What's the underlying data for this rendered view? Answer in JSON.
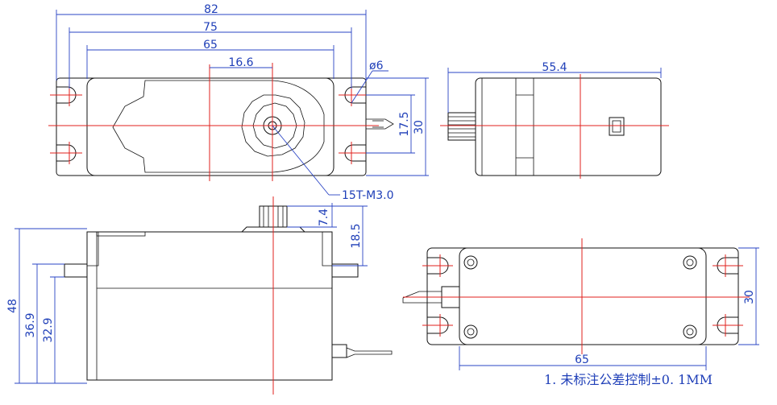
{
  "top_view": {
    "dims": {
      "overall_width": "82",
      "hole_spacing": "75",
      "body_width": "65",
      "shaft_offset": "16.6",
      "hole_diameter": "ø6",
      "hole_pitch": "17.5",
      "width": "30"
    },
    "callout": "15T-M3.0"
  },
  "right_side_view": {
    "dims": {
      "length": "55.4"
    }
  },
  "front_view": {
    "dims": {
      "spline_height": "7.4",
      "top_height": "18.5",
      "total_height": "48",
      "flange_height": "36.9",
      "body_lower_height": "32.9"
    }
  },
  "bottom_view": {
    "dims": {
      "body_width": "65",
      "width": "30"
    }
  },
  "note": "1. 未标注公差控制±0. 1MM",
  "colors": {
    "outline": "#111111",
    "centerline": "#e0201c",
    "dimension": "#2a44c4",
    "text": "#1f3fb8",
    "background": "#ffffff"
  }
}
